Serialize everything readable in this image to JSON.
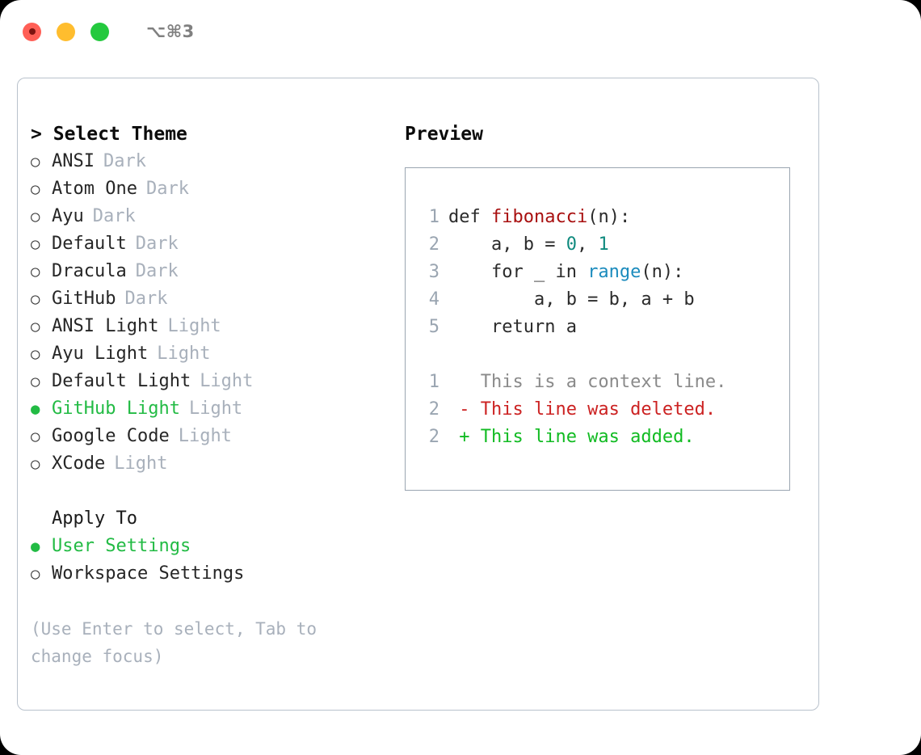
{
  "titlebar": {
    "shortcut": "⌥⌘3",
    "lights": [
      {
        "name": "close",
        "color": "#ff5f56"
      },
      {
        "name": "minimize",
        "color": "#ffbd2e"
      },
      {
        "name": "zoom",
        "color": "#24c93e"
      }
    ]
  },
  "theme_section": {
    "caret": ">",
    "header": "Select Theme",
    "marker_off": "○",
    "marker_on": "●",
    "items": [
      {
        "label": "ANSI",
        "tag": "Dark",
        "selected": false
      },
      {
        "label": "Atom One",
        "tag": "Dark",
        "selected": false
      },
      {
        "label": "Ayu",
        "tag": "Dark",
        "selected": false
      },
      {
        "label": "Default",
        "tag": "Dark",
        "selected": false
      },
      {
        "label": "Dracula",
        "tag": "Dark",
        "selected": false
      },
      {
        "label": "GitHub",
        "tag": "Dark",
        "selected": false
      },
      {
        "label": "ANSI Light",
        "tag": "Light",
        "selected": false
      },
      {
        "label": "Ayu Light",
        "tag": "Light",
        "selected": false
      },
      {
        "label": "Default Light",
        "tag": "Light",
        "selected": false
      },
      {
        "label": "GitHub Light",
        "tag": "Light",
        "selected": true
      },
      {
        "label": "Google Code",
        "tag": "Light",
        "selected": false
      },
      {
        "label": "XCode",
        "tag": "Light",
        "selected": false
      }
    ]
  },
  "apply_section": {
    "header": "Apply To",
    "items": [
      {
        "label": "User Settings",
        "selected": true
      },
      {
        "label": "Workspace Settings",
        "selected": false
      }
    ]
  },
  "hint": "(Use Enter to select, Tab to change focus)",
  "preview": {
    "title": "Preview",
    "code_lines": [
      {
        "lineno": "1",
        "tokens": [
          {
            "text": "def ",
            "type": "kw"
          },
          {
            "text": "fibonacci",
            "type": "fn"
          },
          {
            "text": "(n):",
            "type": "punct"
          }
        ]
      },
      {
        "lineno": "2",
        "tokens": [
          {
            "text": "    a, b = ",
            "type": "plain"
          },
          {
            "text": "0",
            "type": "num"
          },
          {
            "text": ", ",
            "type": "plain"
          },
          {
            "text": "1",
            "type": "num"
          }
        ]
      },
      {
        "lineno": "3",
        "tokens": [
          {
            "text": "    for _ in ",
            "type": "kw"
          },
          {
            "text": "range",
            "type": "builtin"
          },
          {
            "text": "(n):",
            "type": "punct"
          }
        ]
      },
      {
        "lineno": "4",
        "tokens": [
          {
            "text": "        a, b = b, a + b",
            "type": "plain"
          }
        ]
      },
      {
        "lineno": "5",
        "tokens": [
          {
            "text": "    return a",
            "type": "kw"
          }
        ]
      }
    ],
    "diff_lines": [
      {
        "lineno": "1",
        "text": "   This is a context line.",
        "type": "ctx"
      },
      {
        "lineno": "2",
        "text": " - This line was deleted.",
        "type": "del"
      },
      {
        "lineno": "2",
        "text": " + This line was added.",
        "type": "add"
      }
    ]
  },
  "colors": {
    "selected_green": "#22bb44",
    "tag_gray": "#a8b0bb",
    "diff_delete": "#cc2222",
    "diff_add": "#11bb22",
    "function_red": "#a80f0f",
    "number_teal": "#0f8a7e",
    "builtin_blue": "#1b8bbd"
  }
}
